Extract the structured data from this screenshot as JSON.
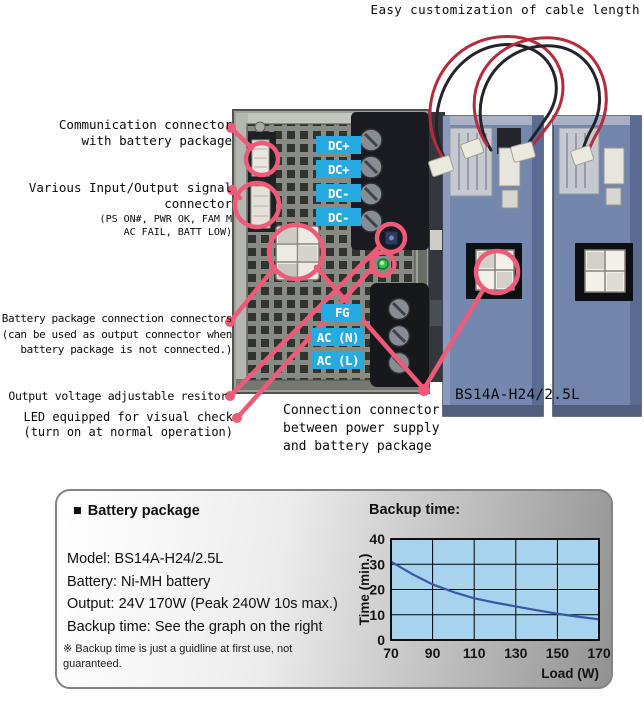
{
  "top_caption": "Easy customization of cable length",
  "annotations": {
    "communication": "Communication connector\nwith battery package",
    "io_signal_main": "Various Input/Output signal\nconnector",
    "io_signal_detail": "(PS ON#, PWR OK, FAM M\nAC FAIL, BATT LOW)",
    "battery_connectors": "Battery package connection connectors\n(can be used as output connector when\nbattery package is not connected.)",
    "adjust_resistor": "Output voltage adjustable resitor",
    "led_check": "LED equipped for visual check\n(turn on at normal operation)",
    "connection_connector": "Connection connector\nbetween power supply\nand battery package",
    "model_name": "BS14A-H24/2.5L"
  },
  "terminal_labels": {
    "dc_plus_1": "DC+",
    "dc_plus_2": "DC+",
    "dc_minus_1": "DC-",
    "dc_minus_2": "DC-",
    "fg": "FG",
    "ac_n": "AC (N)",
    "ac_l": "AC (L)"
  },
  "colors": {
    "annotation_pink": "#ef5a78",
    "terminal_chip_blue": "#27aadf",
    "chart_plot_bg": "#a8d3ee",
    "chart_line_blue": "#3a57a7",
    "panel_border_gray": "#838383"
  },
  "battery_panel": {
    "marker": "■",
    "title": "Battery package",
    "info_lines": [
      "Model: BS14A-H24/2.5L",
      "Battery: Ni-MH battery",
      "Output: 24V 170W (Peak 240W 10s max.)",
      "Backup time: See the graph on the right"
    ],
    "note": "※ Backup time is just a guidline at first use, not\nguaranteed."
  },
  "chart_data": {
    "type": "line",
    "title": "Backup time:",
    "xlabel": "Load (W)",
    "ylabel": "Time (min.)",
    "xlim": [
      70,
      170
    ],
    "ylim": [
      0,
      40
    ],
    "x_ticks": [
      70,
      90,
      110,
      130,
      150,
      170
    ],
    "y_ticks": [
      0,
      10,
      20,
      30,
      40
    ],
    "grid": true,
    "legend": false,
    "plot_bg": "#a8d3ee",
    "line_color": "#3a57a7",
    "series": [
      {
        "name": "backup_time_min",
        "x": [
          70,
          80,
          90,
          100,
          110,
          120,
          130,
          140,
          150,
          160,
          170
        ],
        "y": [
          31,
          26.2,
          22,
          19,
          16.5,
          14.8,
          13.3,
          11.8,
          10.4,
          9.2,
          8.2
        ]
      }
    ]
  }
}
